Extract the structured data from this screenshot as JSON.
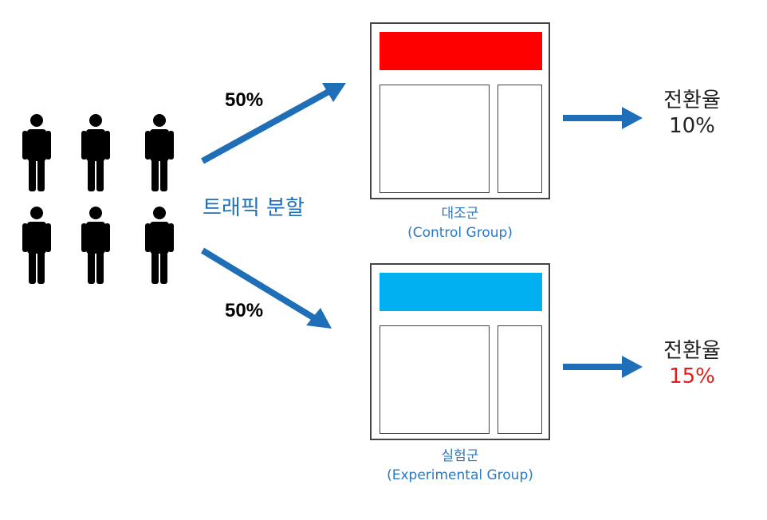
{
  "traffic_split": {
    "label": "트래픽 분할",
    "upper_percent": "50%",
    "lower_percent": "50%"
  },
  "users": {
    "count": 6,
    "icon": "person-icon",
    "color": "#000000"
  },
  "control_group": {
    "title": "대조군",
    "subtitle": "(Control Group)",
    "banner_color": "#ff0000",
    "conversion_label": "전환율",
    "conversion_value": "10%",
    "value_color": "#222222"
  },
  "experimental_group": {
    "title": "실험군",
    "subtitle": "(Experimental Group)",
    "banner_color": "#00b0f0",
    "conversion_label": "전환율",
    "conversion_value": "15%",
    "value_color": "#e02020"
  },
  "colors": {
    "arrow": "#1f6fb8",
    "caption": "#2a78c4"
  }
}
